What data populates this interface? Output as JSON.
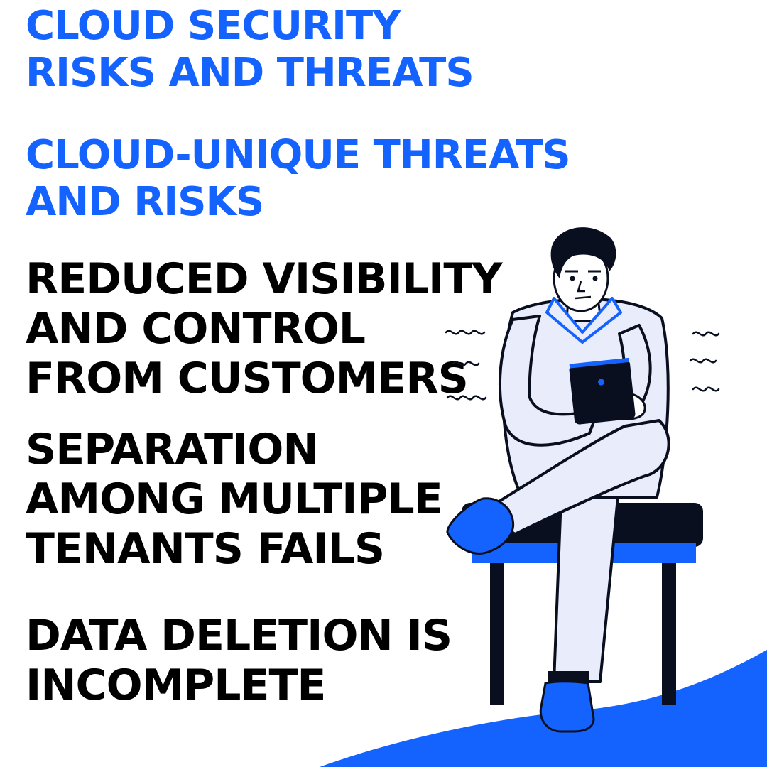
{
  "headings": {
    "title": "CLOUD SECURITY\nRISKS AND THREATS",
    "subtitle": "CLOUD-UNIQUE THREATS\nAND RISKS",
    "item_1": "REDUCED VISIBILITY\nAND CONTROL\nFROM CUSTOMERS",
    "item_2": "SEPARATION\nAMONG MULTIPLE\nTENANTS FAILS",
    "item_3": "DATA DELETION IS\nINCOMPLETE"
  },
  "colors": {
    "accent_blue": "#1463ff",
    "text_dark": "#000000",
    "figure_fill": "#e8ecfb",
    "outline": "#0a0f1f"
  },
  "illustration": {
    "subject": "man-sitting-on-bench-holding-tablet",
    "icons": [
      "tablet-icon",
      "stress-squiggle-icon"
    ]
  }
}
